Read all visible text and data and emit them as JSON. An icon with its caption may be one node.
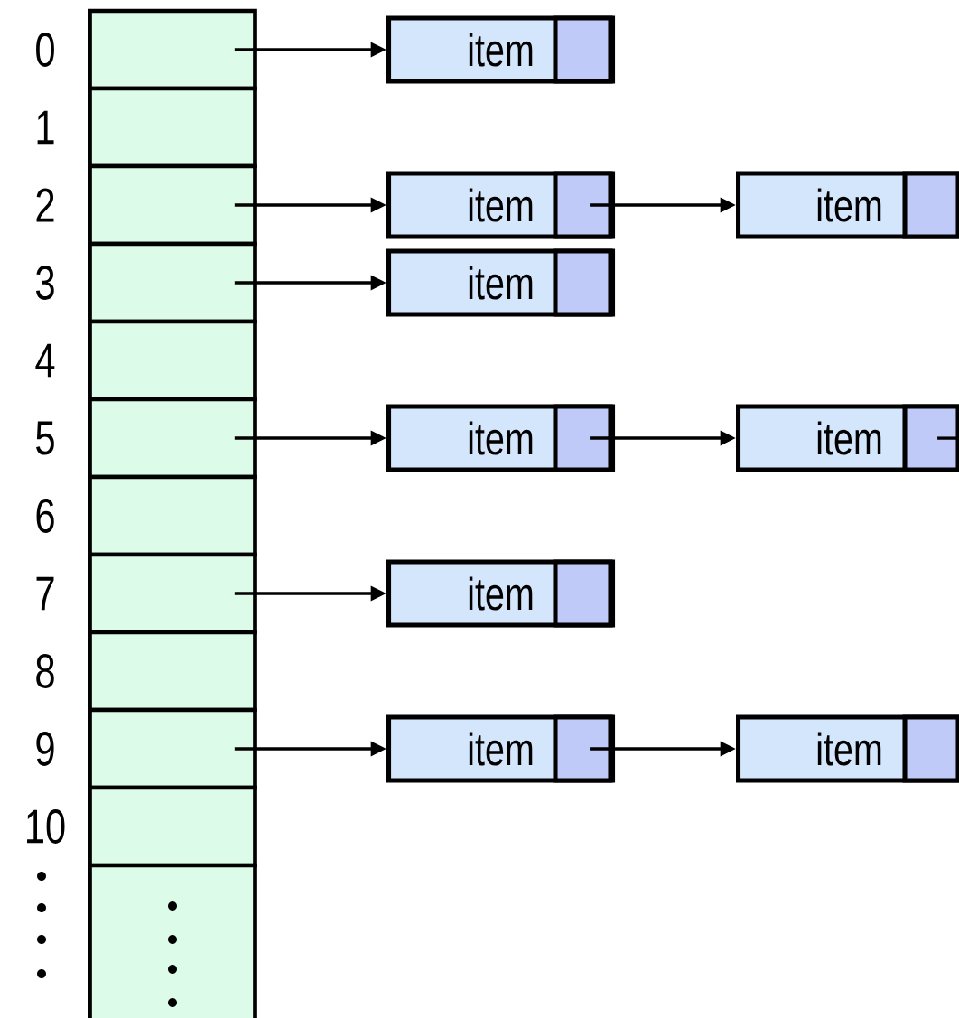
{
  "diagram": {
    "nodes": [
      {
        "text": [],
        "shape": "box",
        "beside": [
          "0"
        ]
      },
      {
        "text": [],
        "shape": "box",
        "beside": [
          "1"
        ]
      },
      {
        "text": [],
        "shape": "box",
        "beside": [
          "2"
        ]
      },
      {
        "text": [],
        "shape": "box",
        "beside": [
          "3"
        ]
      },
      {
        "text": [],
        "shape": "box",
        "beside": [
          "4"
        ]
      },
      {
        "text": [],
        "shape": "box",
        "beside": [
          "5"
        ]
      },
      {
        "text": [],
        "shape": "box",
        "beside": [
          "6"
        ]
      },
      {
        "text": [],
        "shape": "box",
        "beside": [
          "7"
        ]
      },
      {
        "text": [],
        "shape": "box",
        "beside": [
          "8"
        ]
      },
      {
        "text": [],
        "shape": "box",
        "beside": [
          "9"
        ]
      },
      {
        "text": [],
        "shape": "box",
        "beside": [
          "10"
        ]
      },
      {
        "text": [],
        "shape": "box"
      },
      {
        "text": [
          "item"
        ]
      },
      {
        "text": [
          "item"
        ]
      },
      {
        "text": [
          "item"
        ]
      },
      {
        "text": [
          "item"
        ]
      },
      {
        "text": [
          "item"
        ]
      },
      {
        "text": [
          "item"
        ]
      },
      {
        "text": [
          "item"
        ]
      },
      {
        "text": [
          "item"
        ]
      },
      {
        "text": [
          "item"
        ]
      }
    ],
    "edges": [
      {
        "from": 0,
        "to": 12,
        "arrow": "to"
      },
      {
        "from": 2,
        "to": 13,
        "arrow": "to"
      },
      {
        "from": 13,
        "to": 14,
        "arrow": "to"
      },
      {
        "from": 3,
        "to": 15,
        "arrow": "to"
      },
      {
        "from": 5,
        "to": 16,
        "arrow": "to"
      },
      {
        "from": 16,
        "to": 17,
        "arrow": "to"
      },
      {
        "from": 17,
        "to": null,
        "arrow": "none"
      },
      {
        "from": 7,
        "to": 18,
        "arrow": "to"
      },
      {
        "from": 9,
        "to": 19,
        "arrow": "to"
      },
      {
        "from": 19,
        "to": 20,
        "arrow": "to"
      }
    ]
  }
}
